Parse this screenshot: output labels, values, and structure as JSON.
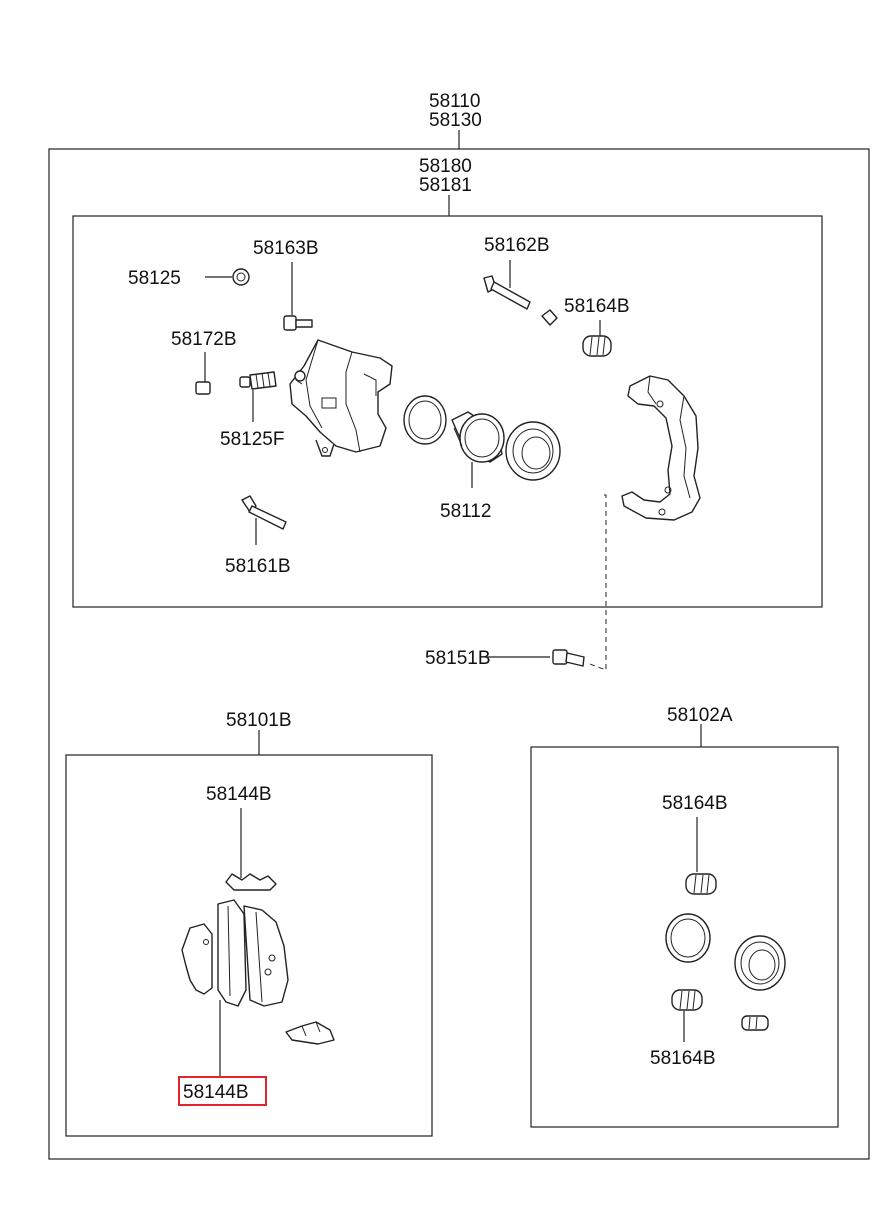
{
  "labels": {
    "assembly_front": "58110",
    "assembly_rear": "58130",
    "caliper_front": "58180",
    "caliper_rear": "58181",
    "bolt_58125": "58125",
    "bolt_58163b": "58163B",
    "bleeder_cap": "58172B",
    "bleeder_screw": "58125F",
    "guide_pin_lower": "58161B",
    "guide_pin_upper": "58162B",
    "boot_upper": "58164B",
    "piston": "58112",
    "carrier_bolt": "58151B",
    "pad_kit": "58101B",
    "pad_shim_clip_top": "58144B",
    "pad_highlighted": "58144B",
    "seal_kit": "58102A",
    "seal_boot_top": "58164B",
    "seal_boot_bottom": "58164B"
  },
  "highlight_color": "#e0262b"
}
